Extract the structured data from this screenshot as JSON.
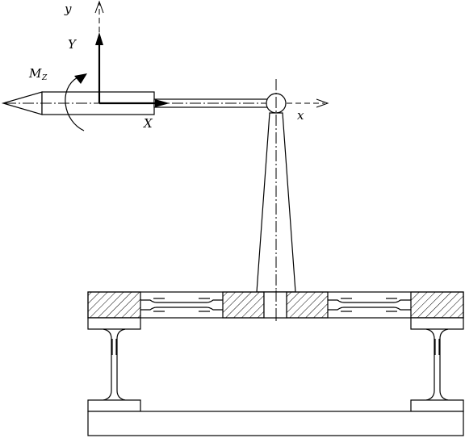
{
  "labels": {
    "y_upper": "y",
    "Y_upper": "Y",
    "M_main": "M",
    "M_sub": "Z",
    "X_upper": "X",
    "x_lower": "x"
  },
  "colors": {
    "stroke": "#000000",
    "background": "#ffffff"
  }
}
